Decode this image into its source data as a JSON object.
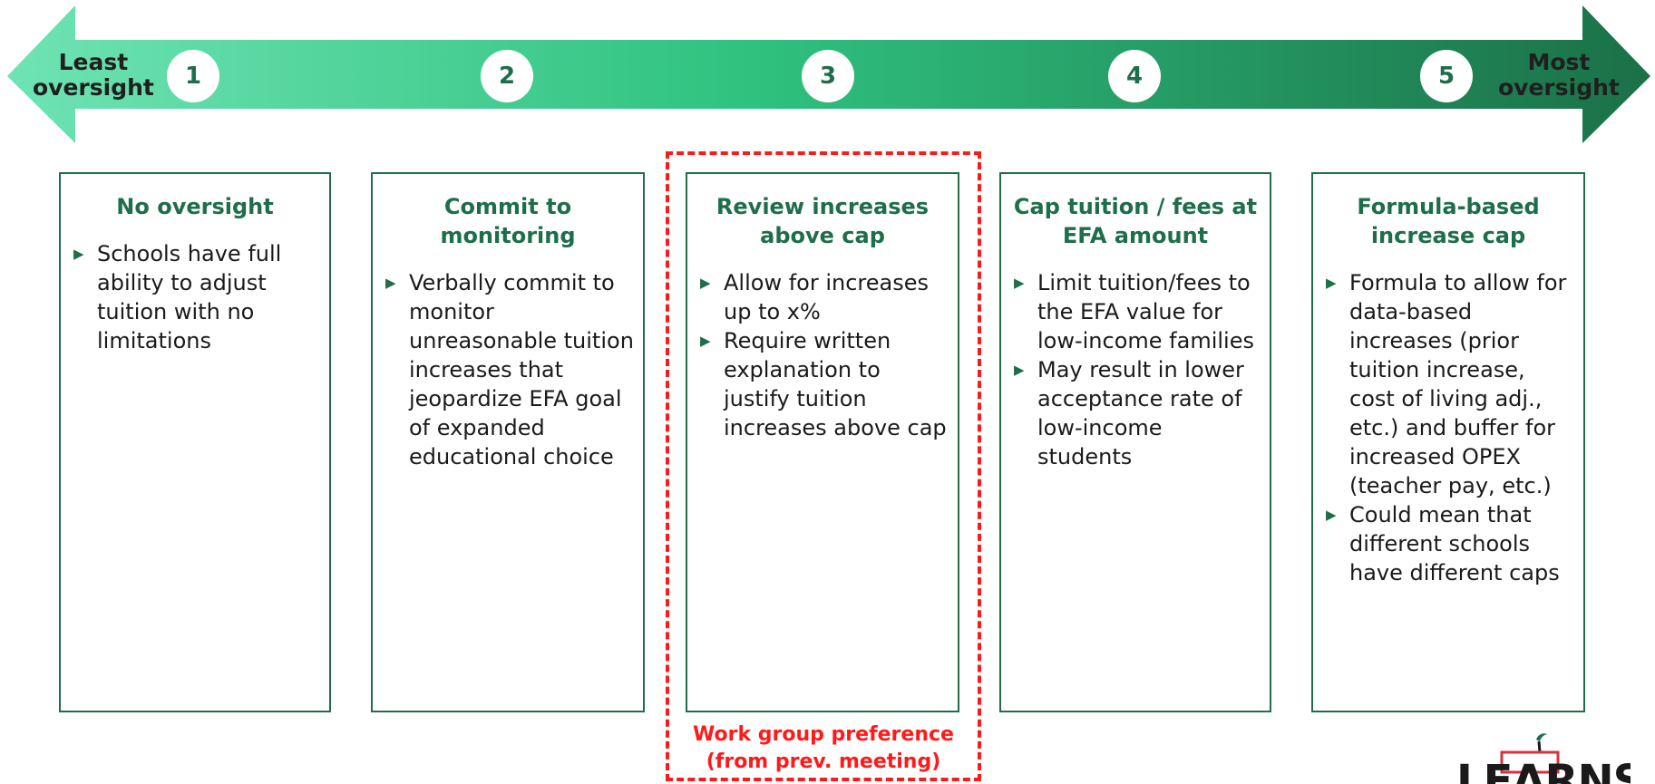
{
  "scale": {
    "left_label": "Least\noversight",
    "right_label": "Most\noversight",
    "steps": [
      "1",
      "2",
      "3",
      "4",
      "5"
    ],
    "colors": {
      "arrow_start": "#6fe3b4",
      "arrow_mid": "#2fc27f",
      "arrow_end": "#1b7048"
    }
  },
  "cards": [
    {
      "title": "No oversight",
      "bullets": [
        "Schools have full ability to adjust tuition with no limitations"
      ]
    },
    {
      "title": "Commit to monitoring",
      "bullets": [
        "Verbally commit to monitor unreasonable tuition increases that jeopardize EFA goal of expanded educational choice"
      ]
    },
    {
      "title": "Review increases above cap",
      "bullets": [
        "Allow for increases up to x%",
        "Require written explanation to justify tuition increases above cap"
      ]
    },
    {
      "title": "Cap tuition / fees at EFA amount",
      "bullets": [
        "Limit tuition/fees to the EFA value for low-income families",
        "May result in lower acceptance rate of low-income students"
      ]
    },
    {
      "title": "Formula-based increase cap",
      "bullets": [
        "Formula to allow for data-based increases (prior tuition increase, cost of living adj., etc.) and buffer for increased OPEX (teacher pay, etc.)",
        "Could mean that different schools have different caps"
      ]
    }
  ],
  "highlight": {
    "label": "Work group preference\n(from prev. meeting)",
    "color": "#ff1a1a"
  },
  "logo": {
    "text": "LEARNS"
  }
}
